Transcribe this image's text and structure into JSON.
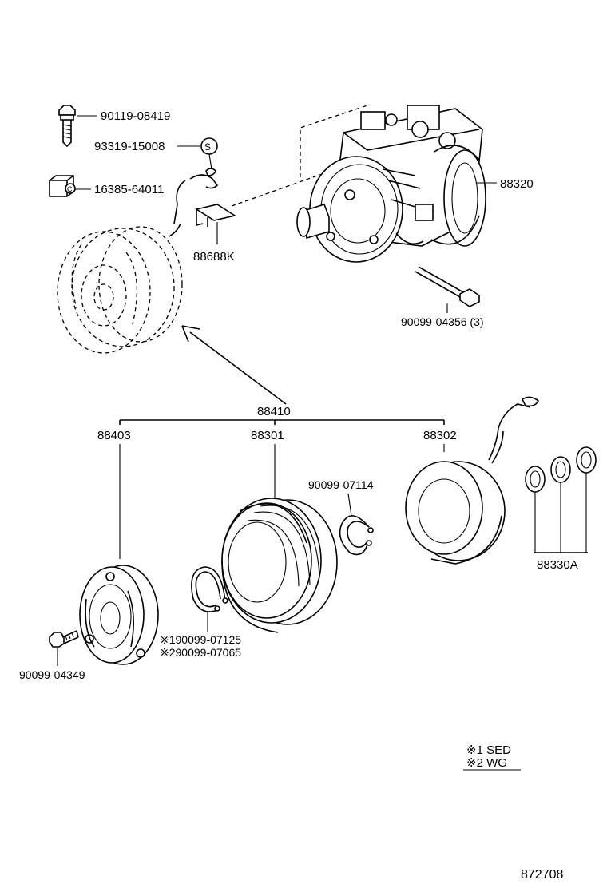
{
  "labels": {
    "bolt_top": "90119-08419",
    "screw_s": "93319-15008",
    "s_mark": "S",
    "clamp_c": "16385-64011",
    "c_mark": "C",
    "bracket": "88688K",
    "compressor": "88320",
    "comp_bolt": "90099-04356 (3)",
    "clutch_assy": "88410",
    "hub": "88403",
    "pulley": "88301",
    "stator": "88302",
    "snap_ring_a": "90099-07114",
    "shims": "88330A",
    "snap_ring_1": "※190099-07125",
    "snap_ring_2": "※290099-07065",
    "hub_bolt": "90099-04349"
  },
  "legend": {
    "line1": "※1 SED",
    "line2": "※2 WG"
  },
  "diagram_number": "872708"
}
